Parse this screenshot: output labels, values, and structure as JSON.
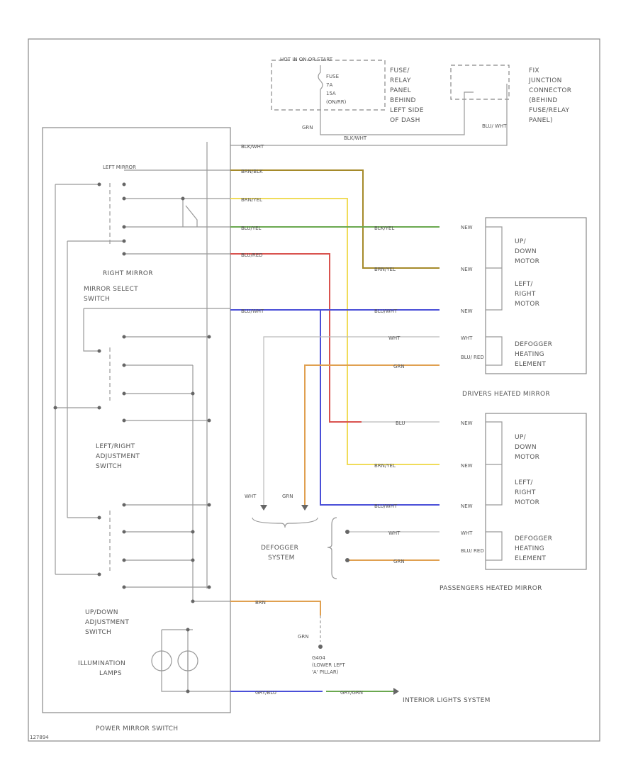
{
  "colors": {
    "brown_yellow": "#a58a2a",
    "yellow": "#f0dc5a",
    "green": "#6aa84f",
    "red": "#d9534f",
    "blue": "#4a4fd8",
    "orange": "#e0a050",
    "grey": "#aaaaaa",
    "wire": "#999999"
  },
  "labels": {
    "hot_in_run": "HOT IN ON OR START",
    "fuse_line1": "FUSE",
    "fuse_line2": "7A",
    "fuse_line3": "15A",
    "fuse_line4": "(ON/RR)",
    "fuse_relay_1": "FUSE/",
    "fuse_relay_2": "RELAY",
    "fuse_relay_3": "PANEL",
    "fuse_relay_4": "BEHIND",
    "fuse_relay_5": "LEFT SIDE",
    "fuse_relay_6": "OF DASH",
    "wire_blkwht_top": "BLK/WHT",
    "wire_grn": "GRN",
    "fix_1": "FIX",
    "fix_2": "JUNCTION",
    "fix_3": "CONNECTOR",
    "fix_4": "(BEHIND",
    "fix_5": "FUSE/RELAY",
    "fix_6": "PANEL)",
    "blu_wht": "BLU/ WHT",
    "left_mirror": "LEFT MIRROR",
    "right_mirror": "RIGHT MIRROR",
    "mirror_select_1": "MIRROR SELECT",
    "mirror_select_2": "SWITCH",
    "lr_adj_1": "LEFT/RIGHT",
    "lr_adj_2": "ADJUSTMENT",
    "lr_adj_3": "SWITCH",
    "ud_adj_1": "UP/DOWN",
    "ud_adj_2": "ADJUSTMENT",
    "ud_adj_3": "SWITCH",
    "illum_1": "ILLUMINATION",
    "illum_2": "LAMPS",
    "power_mirror_switch": "POWER MIRROR SWITCH",
    "w_blkwht": "BLK/WHT",
    "w_brnblk": "BRN/BLK",
    "w_brnyel": "BRN/YEL",
    "w_bluyel": "BLU/YEL",
    "w_blured": "BLU/RED",
    "w_bluwht": "BLU/WHT",
    "w_blkyel": "BLK/YEL",
    "w_brnyel2": "BRN/YEL",
    "w_bluwht2": "BLU/WHT",
    "w_wht": "WHT",
    "w_grn": "GRN",
    "w_blu": "BLU",
    "w_blured2": "BLU/RED",
    "w_brn": "BRN",
    "w_gryblu": "GRY/BLU",
    "w_grygrn": "GRY/GRN",
    "w_new": "NEW",
    "updown_1": "UP/",
    "updown_2": "DOWN",
    "updown_3": "MOTOR",
    "leftright_1": "LEFT/",
    "leftright_2": "RIGHT",
    "leftright_3": "MOTOR",
    "defog_1": "DEFOGGER",
    "defog_2": "HEATING",
    "defog_3": "ELEMENT",
    "blu_red_lbl": "BLU/ RED",
    "drivers_mirror": "DRIVERS HEATED MIRROR",
    "passengers_mirror": "PASSENGERS HEATED MIRROR",
    "defogger_system_1": "DEFOGGER",
    "defogger_system_2": "SYSTEM",
    "wht": "WHT",
    "grn": "GRN",
    "g_lower_1": "G404",
    "g_lower_2": "(LOWER LEFT",
    "g_lower_3": "'A' PILLAR)",
    "interior_lights": "INTERIOR LIGHTS SYSTEM",
    "code": "127894"
  }
}
